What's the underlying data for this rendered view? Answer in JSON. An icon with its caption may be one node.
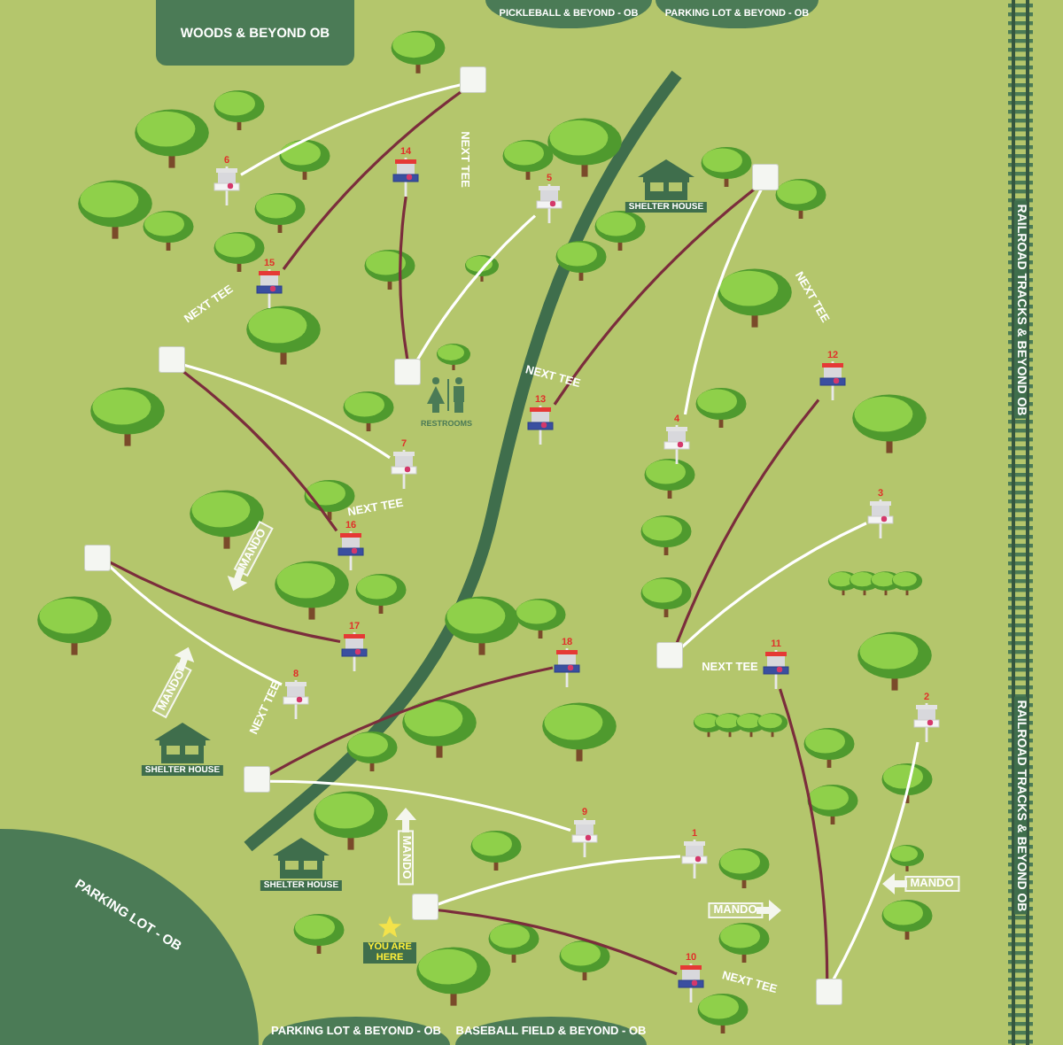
{
  "diagram": {
    "nodes": [
      {
        "text": [
          "WOODS & BEYOND OB"
        ]
      },
      {
        "text": [
          "PICKLEBALL & BEYOND - OB"
        ]
      },
      {
        "text": [
          "PARKING LOT & BEYOND - OB"
        ]
      },
      {
        "text": [
          "PARKING LOT - OB"
        ]
      },
      {
        "text": [
          "PARKING LOT & BEYOND - OB"
        ]
      },
      {
        "text": [
          "BASEBALL FIELD & BEYOND - OB"
        ]
      },
      {
        "text": [],
        "shape": "box"
      },
      {
        "text": [],
        "shape": "box"
      },
      {
        "text": [],
        "shape": "box"
      },
      {
        "text": [],
        "shape": "box"
      },
      {
        "text": [],
        "shape": "box"
      },
      {
        "text": [],
        "shape": "box"
      },
      {
        "text": [],
        "shape": "box"
      },
      {
        "text": [],
        "shape": "box"
      },
      {
        "text": [],
        "shape": "box"
      },
      {
        "text": [
          "1"
        ]
      },
      {
        "text": [
          "2"
        ]
      },
      {
        "text": [
          "3"
        ]
      },
      {
        "text": [
          "4"
        ]
      },
      {
        "text": [
          "5"
        ]
      },
      {
        "text": [
          "6"
        ]
      },
      {
        "text": [
          "7"
        ]
      },
      {
        "text": [
          "8"
        ]
      },
      {
        "text": [
          "9"
        ]
      },
      {
        "text": [
          "10"
        ]
      },
      {
        "text": [
          "11"
        ]
      },
      {
        "text": [
          "12"
        ]
      },
      {
        "text": [
          "13"
        ]
      },
      {
        "text": [
          "14"
        ]
      },
      {
        "text": [
          "15"
        ]
      },
      {
        "text": [
          "16"
        ]
      },
      {
        "text": [
          "17"
        ]
      },
      {
        "text": [
          "18"
        ]
      }
    ],
    "edges": [
      {
        "from": 13,
        "to": 15,
        "arrow": "none",
        "color": "#ffffff"
      },
      {
        "from": 14,
        "to": 16,
        "arrow": "none",
        "color": "#ffffff"
      },
      {
        "from": 11,
        "to": 17,
        "arrow": "none",
        "color": "#ffffff"
      },
      {
        "from": 7,
        "to": 18,
        "arrow": "none",
        "color": "#ffffff"
      },
      {
        "from": 9,
        "to": 19,
        "arrow": "none",
        "color": "#ffffff"
      },
      {
        "from": 6,
        "to": 20,
        "arrow": "none",
        "color": "#ffffff"
      },
      {
        "from": 8,
        "to": 21,
        "arrow": "none",
        "color": "#ffffff"
      },
      {
        "from": 10,
        "to": 22,
        "arrow": "none",
        "color": "#ffffff"
      },
      {
        "from": 12,
        "to": 23,
        "arrow": "none",
        "color": "#ffffff"
      },
      {
        "from": 13,
        "to": 24,
        "arrow": "none",
        "color": "#7b2d3c"
      },
      {
        "from": 14,
        "to": 25,
        "arrow": "none",
        "color": "#7b2d3c"
      },
      {
        "from": 11,
        "to": 26,
        "arrow": "none",
        "color": "#7b2d3c"
      },
      {
        "from": 7,
        "to": 27,
        "arrow": "none",
        "color": "#7b2d3c"
      },
      {
        "from": 9,
        "to": 28,
        "arrow": "none",
        "color": "#7b2d3c"
      },
      {
        "from": 6,
        "to": 29,
        "arrow": "none",
        "color": "#7b2d3c"
      },
      {
        "from": 8,
        "to": 30,
        "arrow": "none",
        "color": "#7b2d3c"
      },
      {
        "from": 10,
        "to": 31,
        "arrow": "none",
        "color": "#7b2d3c"
      },
      {
        "from": 12,
        "to": 32,
        "arrow": "none",
        "color": "#7b2d3c"
      }
    ],
    "labels": [
      "RAILROAD TRACKS & BEYOND OB",
      "SHELTER HOUSE",
      "NEXT TEE",
      "NEXT TEE",
      "NEXT TEE",
      "RESTROOMS",
      "NEXT TEE",
      "NEXT TEE",
      "MANDO",
      "MANDO",
      "SHELTER HOUSE",
      "NEXT TEE",
      "NEXT TEE",
      "RAILROAD TRACKS & BEYOND OB",
      "MANDO",
      "SHELTER HOUSE",
      "MANDO",
      "MANDO",
      "YOU ARE HERE",
      "NEXT TEE"
    ]
  }
}
